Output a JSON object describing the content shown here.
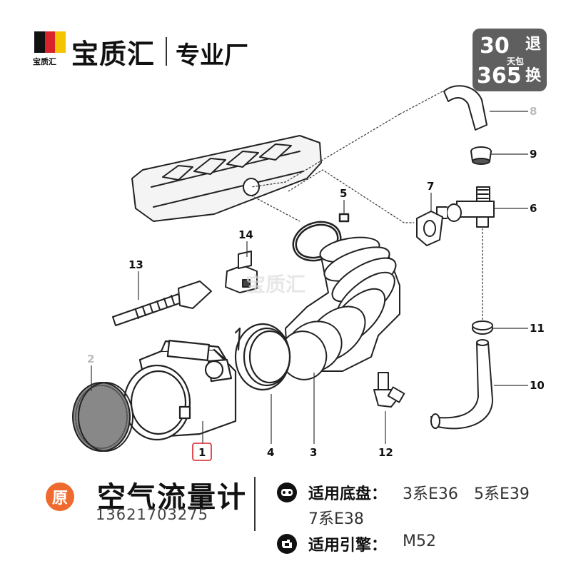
{
  "header": {
    "flag_text": "宝质汇",
    "brand": "宝质汇",
    "tagline": "专业厂",
    "flag_colors": [
      "#111111",
      "#d8232a",
      "#f4c400"
    ],
    "guarantee": {
      "num1": "30",
      "word1": "退",
      "mid": "天包",
      "num2": "365",
      "word2": "换",
      "bg_color": "#5f5f5f"
    }
  },
  "diagram": {
    "watermark": "宝质汇",
    "callouts": [
      "1",
      "2",
      "3",
      "4",
      "5",
      "6",
      "7",
      "8",
      "9",
      "10",
      "11",
      "12",
      "13",
      "14"
    ],
    "highlighted_callout": "1",
    "highlight_color": "#d8232a"
  },
  "footer": {
    "badge": "原",
    "badge_color": "#ee6a2f",
    "product_name": "空气流量计",
    "phone": "13621703275",
    "chassis_label": "适用底盘：",
    "chassis_1": "3系E36",
    "chassis_2": "5系E39",
    "chassis_3": "7系E38",
    "engine_label": "适用引擎：",
    "engine": "M52",
    "chassis_icon": "car-icon",
    "engine_icon": "engine-icon"
  }
}
